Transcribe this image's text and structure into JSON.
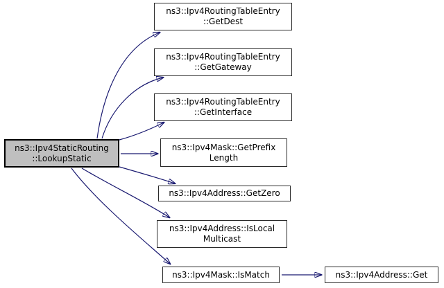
{
  "graph": {
    "kind": "call-graph",
    "colors": {
      "edge": "#191970",
      "node_border": "#000000",
      "node_fill": "#ffffff",
      "root_fill": "#bfbfbf",
      "background": "#ffffff"
    },
    "nodes": [
      {
        "id": "lookup-static",
        "label": "ns3::Ipv4StaticRouting::LookupStatic",
        "line1": "ns3::Ipv4StaticRouting",
        "line2": "::LookupStatic",
        "role": "root"
      },
      {
        "id": "get-dest",
        "label": "ns3::Ipv4RoutingTableEntry::GetDest",
        "line1": "ns3::Ipv4RoutingTableEntry",
        "line2": "::GetDest",
        "role": "callee"
      },
      {
        "id": "get-gateway",
        "label": "ns3::Ipv4RoutingTableEntry::GetGateway",
        "line1": "ns3::Ipv4RoutingTableEntry",
        "line2": "::GetGateway",
        "role": "callee"
      },
      {
        "id": "get-interface",
        "label": "ns3::Ipv4RoutingTableEntry::GetInterface",
        "line1": "ns3::Ipv4RoutingTableEntry",
        "line2": "::GetInterface",
        "role": "callee"
      },
      {
        "id": "get-prefix-length",
        "label": "ns3::Ipv4Mask::GetPrefixLength",
        "line1": "ns3::Ipv4Mask::GetPrefix",
        "line2": "Length",
        "role": "callee"
      },
      {
        "id": "get-zero",
        "label": "ns3::Ipv4Address::GetZero",
        "line1": "ns3::Ipv4Address::GetZero",
        "line2": "",
        "role": "callee"
      },
      {
        "id": "is-local-multicast",
        "label": "ns3::Ipv4Address::IsLocalMulticast",
        "line1": "ns3::Ipv4Address::IsLocal",
        "line2": "Multicast",
        "role": "callee"
      },
      {
        "id": "is-match",
        "label": "ns3::Ipv4Mask::IsMatch",
        "line1": "ns3::Ipv4Mask::IsMatch",
        "line2": "",
        "role": "callee"
      },
      {
        "id": "get",
        "label": "ns3::Ipv4Address::Get",
        "line1": "ns3::Ipv4Address::Get",
        "line2": "",
        "role": "callee"
      }
    ],
    "edges": [
      {
        "from": "lookup-static",
        "to": "get-dest"
      },
      {
        "from": "lookup-static",
        "to": "get-gateway"
      },
      {
        "from": "lookup-static",
        "to": "get-interface"
      },
      {
        "from": "lookup-static",
        "to": "get-prefix-length"
      },
      {
        "from": "lookup-static",
        "to": "get-zero"
      },
      {
        "from": "lookup-static",
        "to": "is-local-multicast"
      },
      {
        "from": "lookup-static",
        "to": "is-match"
      },
      {
        "from": "is-match",
        "to": "get"
      }
    ]
  }
}
